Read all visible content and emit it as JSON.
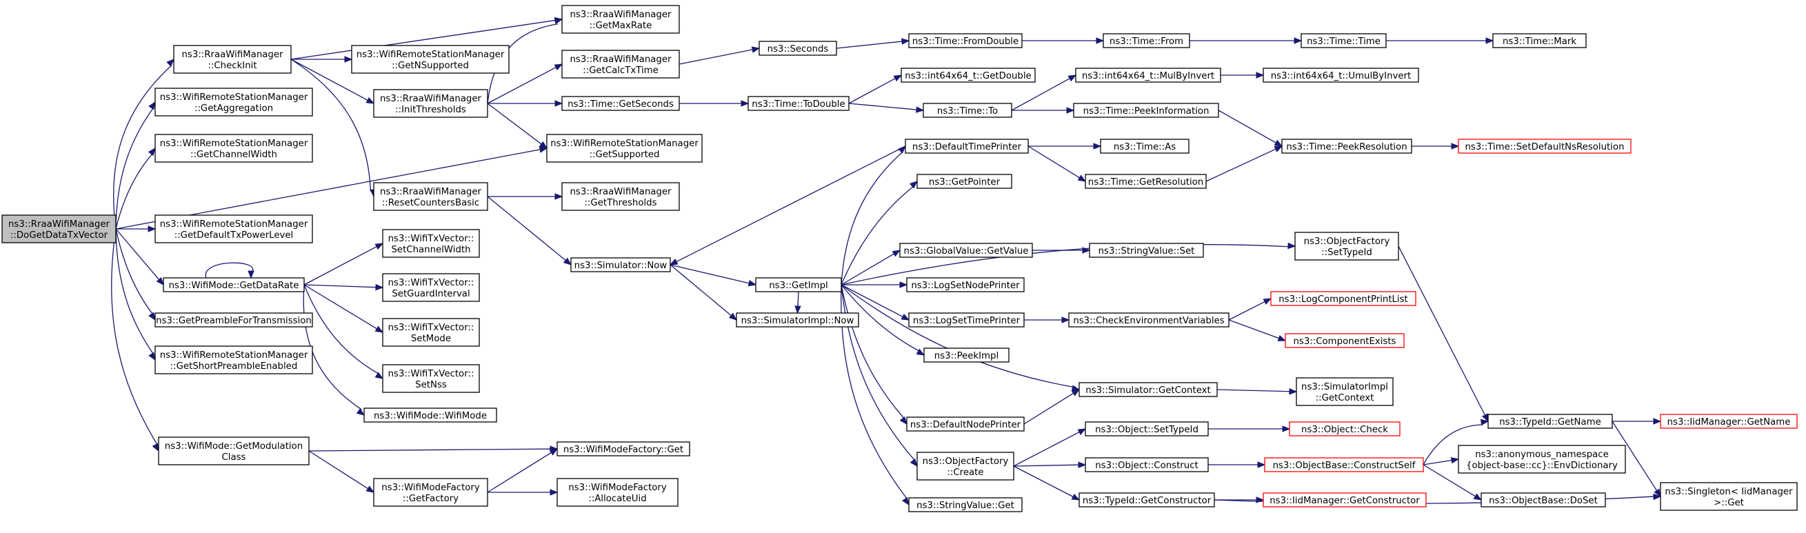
{
  "nodes": [
    {
      "id": "root",
      "lines": [
        "ns3::RraaWifiManager",
        "::DoGetDataTxVector"
      ],
      "style": "root"
    },
    {
      "id": "checkInit",
      "lines": [
        "ns3::RraaWifiManager",
        "::CheckInit"
      ]
    },
    {
      "id": "getAggregation",
      "lines": [
        "ns3::WifiRemoteStationManager",
        "::GetAggregation"
      ]
    },
    {
      "id": "getChannelWidth",
      "lines": [
        "ns3::WifiRemoteStationManager",
        "::GetChannelWidth"
      ]
    },
    {
      "id": "getDefaultTxPowerLevel",
      "lines": [
        "ns3::WifiRemoteStationManager",
        "::GetDefaultTxPowerLevel"
      ]
    },
    {
      "id": "getDataRate",
      "lines": [
        "ns3::WifiMode::GetDataRate"
      ]
    },
    {
      "id": "getPreamble",
      "lines": [
        "ns3::GetPreambleForTransmission"
      ]
    },
    {
      "id": "getShortPreamble",
      "lines": [
        "ns3::WifiRemoteStationManager",
        "::GetShortPreambleEnabled"
      ]
    },
    {
      "id": "getModulationClass",
      "lines": [
        "ns3::WifiMode::GetModulation",
        "Class"
      ]
    },
    {
      "id": "getNSupported",
      "lines": [
        "ns3::WifiRemoteStationManager",
        "::GetNSupported"
      ]
    },
    {
      "id": "initThresholds",
      "lines": [
        "ns3::RraaWifiManager",
        "::InitThresholds"
      ]
    },
    {
      "id": "resetCountersBasic",
      "lines": [
        "ns3::RraaWifiManager",
        "::ResetCountersBasic"
      ]
    },
    {
      "id": "setChannelWidth",
      "lines": [
        "ns3::WifiTxVector::",
        "SetChannelWidth"
      ]
    },
    {
      "id": "setGuardInterval",
      "lines": [
        "ns3::WifiTxVector::",
        "SetGuardInterval"
      ]
    },
    {
      "id": "setMode",
      "lines": [
        "ns3::WifiTxVector::",
        "SetMode"
      ]
    },
    {
      "id": "setNss",
      "lines": [
        "ns3::WifiTxVector::",
        "SetNss"
      ]
    },
    {
      "id": "wifiMode",
      "lines": [
        "ns3::WifiMode::WifiMode"
      ]
    },
    {
      "id": "getFactory",
      "lines": [
        "ns3::WifiModeFactory",
        "::GetFactory"
      ]
    },
    {
      "id": "getMaxRate",
      "lines": [
        "ns3::RraaWifiManager",
        "::GetMaxRate"
      ]
    },
    {
      "id": "getCalcTxTime",
      "lines": [
        "ns3::RraaWifiManager",
        "::GetCalcTxTime"
      ]
    },
    {
      "id": "timeGetSeconds",
      "lines": [
        "ns3::Time::GetSeconds"
      ]
    },
    {
      "id": "getSupported",
      "lines": [
        "ns3::WifiRemoteStationManager",
        "::GetSupported"
      ]
    },
    {
      "id": "getThresholds",
      "lines": [
        "ns3::RraaWifiManager",
        "::GetThresholds"
      ]
    },
    {
      "id": "simNow",
      "lines": [
        "ns3::Simulator::Now"
      ]
    },
    {
      "id": "simImplNow",
      "lines": [
        "ns3::SimulatorImpl::Now"
      ]
    },
    {
      "id": "factoryGet",
      "lines": [
        "ns3::WifiModeFactory::Get"
      ]
    },
    {
      "id": "allocateUid",
      "lines": [
        "ns3::WifiModeFactory",
        "::AllocateUid"
      ]
    },
    {
      "id": "seconds",
      "lines": [
        "ns3::Seconds"
      ]
    },
    {
      "id": "toDouble",
      "lines": [
        "ns3::Time::ToDouble"
      ]
    },
    {
      "id": "getImpl",
      "lines": [
        "ns3::GetImpl"
      ]
    },
    {
      "id": "fromDouble",
      "lines": [
        "ns3::Time::FromDouble"
      ]
    },
    {
      "id": "int64GetDouble",
      "lines": [
        "ns3::int64x64_t::GetDouble"
      ]
    },
    {
      "id": "timeTo",
      "lines": [
        "ns3::Time::To"
      ]
    },
    {
      "id": "defaultTimePrinter",
      "lines": [
        "ns3::DefaultTimePrinter"
      ]
    },
    {
      "id": "getPointer",
      "lines": [
        "ns3::GetPointer"
      ]
    },
    {
      "id": "globalValueGetValue",
      "lines": [
        "ns3::GlobalValue::GetValue"
      ]
    },
    {
      "id": "logSetNodePrinter",
      "lines": [
        "ns3::LogSetNodePrinter"
      ]
    },
    {
      "id": "logSetTimePrinter",
      "lines": [
        "ns3::LogSetTimePrinter"
      ]
    },
    {
      "id": "peekImpl",
      "lines": [
        "ns3::PeekImpl"
      ]
    },
    {
      "id": "defaultNodePrinter",
      "lines": [
        "ns3::DefaultNodePrinter"
      ]
    },
    {
      "id": "objectFactoryCreate",
      "lines": [
        "ns3::ObjectFactory",
        "::Create"
      ]
    },
    {
      "id": "stringValueGet",
      "lines": [
        "ns3::StringValue::Get"
      ]
    },
    {
      "id": "timeFrom",
      "lines": [
        "ns3::Time::From"
      ]
    },
    {
      "id": "mulByInvert",
      "lines": [
        "ns3::int64x64_t::MulByInvert"
      ]
    },
    {
      "id": "peekInformation",
      "lines": [
        "ns3::Time::PeekInformation"
      ]
    },
    {
      "id": "timeAs",
      "lines": [
        "ns3::Time::As"
      ]
    },
    {
      "id": "getResolution",
      "lines": [
        "ns3::Time::GetResolution"
      ]
    },
    {
      "id": "stringValueSet",
      "lines": [
        "ns3::StringValue::Set"
      ]
    },
    {
      "id": "checkEnvVars",
      "lines": [
        "ns3::CheckEnvironmentVariables"
      ]
    },
    {
      "id": "simGetContext",
      "lines": [
        "ns3::Simulator::GetContext"
      ]
    },
    {
      "id": "objectSetTypeId",
      "lines": [
        "ns3::Object::SetTypeId"
      ]
    },
    {
      "id": "objectConstruct",
      "lines": [
        "ns3::Object::Construct"
      ]
    },
    {
      "id": "typeIdGetConstructor",
      "lines": [
        "ns3::TypeId::GetConstructor"
      ]
    },
    {
      "id": "timeTime",
      "lines": [
        "ns3::Time::Time"
      ]
    },
    {
      "id": "umulByInvert",
      "lines": [
        "ns3::int64x64_t::UmulByInvert"
      ]
    },
    {
      "id": "peekResolution",
      "lines": [
        "ns3::Time::PeekResolution"
      ]
    },
    {
      "id": "objectFactorySetTypeId",
      "lines": [
        "ns3::ObjectFactory",
        "::SetTypeId"
      ]
    },
    {
      "id": "logComponentPrintList",
      "lines": [
        "ns3::LogComponentPrintList"
      ],
      "style": "red"
    },
    {
      "id": "componentExists",
      "lines": [
        "ns3::ComponentExists"
      ],
      "style": "red"
    },
    {
      "id": "simImplGetContext",
      "lines": [
        "ns3::SimulatorImpl",
        "::GetContext"
      ]
    },
    {
      "id": "objectCheck",
      "lines": [
        "ns3::Object::Check"
      ],
      "style": "red"
    },
    {
      "id": "constructSelf",
      "lines": [
        "ns3::ObjectBase::ConstructSelf"
      ],
      "style": "red"
    },
    {
      "id": "iidGetConstructor",
      "lines": [
        "ns3::IidManager::GetConstructor"
      ],
      "style": "red"
    },
    {
      "id": "timeMark",
      "lines": [
        "ns3::Time::Mark"
      ]
    },
    {
      "id": "setDefaultNsResolution",
      "lines": [
        "ns3::Time::SetDefaultNsResolution"
      ],
      "style": "red"
    },
    {
      "id": "typeIdGetName",
      "lines": [
        "ns3::TypeId::GetName"
      ]
    },
    {
      "id": "envDictionary",
      "lines": [
        "ns3::anonymous_namespace",
        "{object-base::cc}::EnvDictionary"
      ]
    },
    {
      "id": "objectBaseDoSet",
      "lines": [
        "ns3::ObjectBase::DoSet"
      ]
    },
    {
      "id": "iidGetName",
      "lines": [
        "ns3::IidManager::GetName"
      ],
      "style": "red"
    },
    {
      "id": "singletonGet",
      "lines": [
        "ns3::Singleton< IidManager",
        ">::Get"
      ]
    }
  ]
}
